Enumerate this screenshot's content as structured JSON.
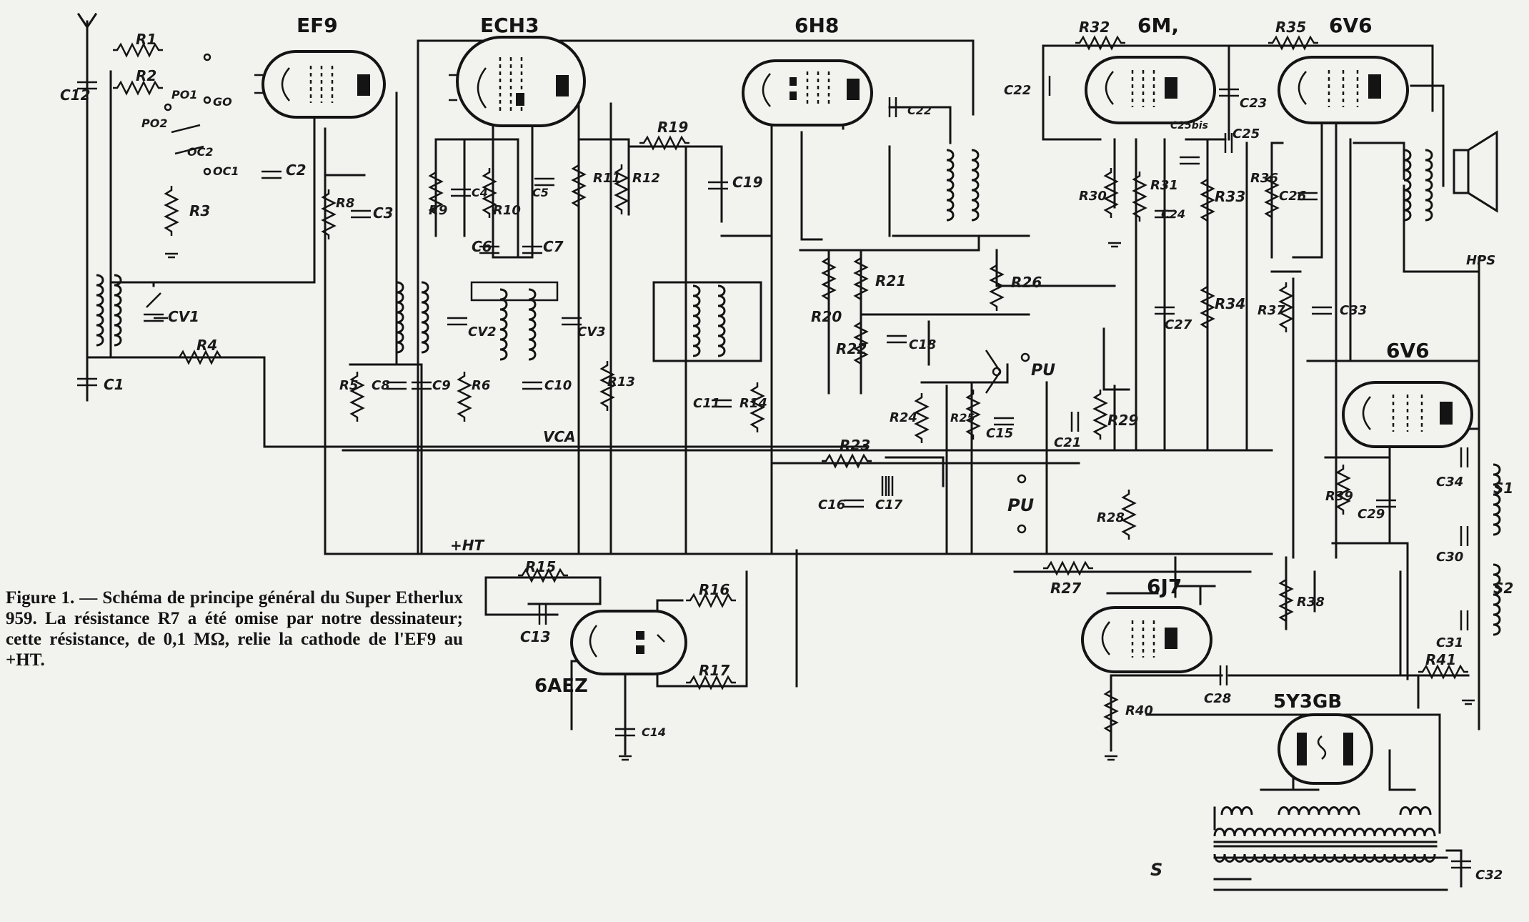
{
  "caption": "Figure 1. — Schéma de principe général du Super Etherlux 959. La résistance R7 a été omise par notre dessinateur; cette résistance, de 0,1 MΩ, relie la cathode de l'EF9 au +HT.",
  "tubes": {
    "ef9": "EF9",
    "ech3": "ECH3",
    "6h8": "6H8",
    "6m7": "6M,",
    "6v6a": "6V6",
    "6v6b": "6V6",
    "6j7": "6J7",
    "6aez": "6AEZ",
    "5y3": "5Y3GB"
  },
  "labels": {
    "R1": "R1",
    "R2": "R2",
    "R3": "R3",
    "R4": "R4",
    "R5": "R5",
    "R6": "R6",
    "R8": "R8",
    "R9": "R9",
    "R10": "R10",
    "R11": "R11",
    "R12": "R12",
    "R13": "R13",
    "R14": "R14",
    "R15": "R15",
    "R16": "R16",
    "R17": "R17",
    "R19": "R19",
    "R20": "R20",
    "R21": "R21",
    "R22": "R22",
    "R23": "R23",
    "R24": "R24",
    "R25": "R25",
    "R26": "R26",
    "R27": "R27",
    "R28": "R28",
    "R29": "R29",
    "R30": "R30",
    "R31": "R31",
    "R32": "R32",
    "R33": "R33",
    "R34": "R34",
    "R35": "R35",
    "R36": "R36",
    "R37": "R37",
    "R38": "R38",
    "R39": "R39",
    "R40": "R40",
    "R41": "R41",
    "C1": "C1",
    "C2": "C2",
    "C3": "C3",
    "C4": "C4",
    "C5": "C5",
    "C6": "C6",
    "C7": "C7",
    "C8": "C8",
    "C9": "C9",
    "C10": "C10",
    "C11": "C11",
    "C12": "C12",
    "C13": "C13",
    "C15": "C15",
    "C16": "C16",
    "C17": "C17",
    "C18": "C18",
    "C19": "C19",
    "C21": "C21",
    "C22": "C22",
    "C23": "C23",
    "C24": "C24",
    "C25": "C25",
    "C25bis": "C25bis",
    "C26": "C26",
    "C27": "C27",
    "C28": "C28",
    "C29": "C29",
    "C30": "C30",
    "C31": "C31",
    "C32": "C32",
    "C33": "C33",
    "C34": "C34",
    "C22b": "C22",
    "C14": "C14",
    "CV1": "CV1",
    "CV2": "CV2",
    "CV3": "CV3",
    "PO1": "PO1",
    "PO2": "PO2",
    "GO": "GO",
    "OC1": "OC1",
    "OC2": "OC2",
    "PU1": "PU",
    "PU2": "PU",
    "HT": "+HT",
    "VCA": "VCA",
    "S": "S",
    "S1": "S1",
    "S2": "S2",
    "HPS": "HPS"
  }
}
